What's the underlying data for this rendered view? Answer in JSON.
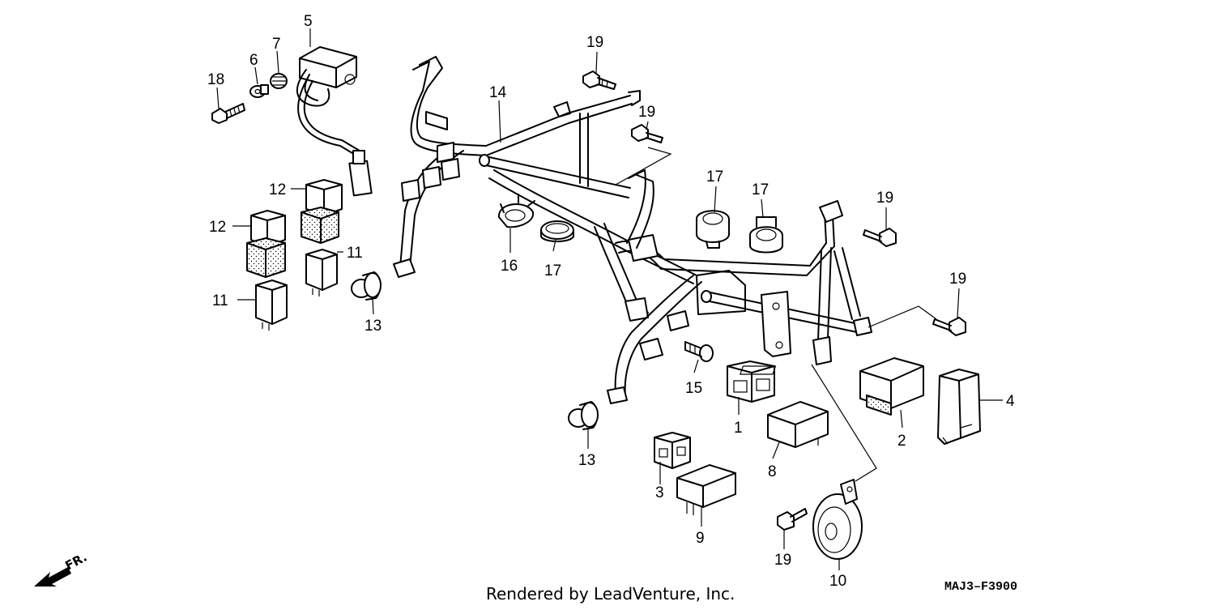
{
  "diagram": {
    "callouts": [
      {
        "id": "c5",
        "label": "5"
      },
      {
        "id": "c6",
        "label": "6"
      },
      {
        "id": "c7",
        "label": "7"
      },
      {
        "id": "c18",
        "label": "18"
      },
      {
        "id": "c12a",
        "label": "12"
      },
      {
        "id": "c12b",
        "label": "12"
      },
      {
        "id": "c11a",
        "label": "11"
      },
      {
        "id": "c11b",
        "label": "11"
      },
      {
        "id": "c13a",
        "label": "13"
      },
      {
        "id": "c14",
        "label": "14"
      },
      {
        "id": "c19a",
        "label": "19"
      },
      {
        "id": "c19b",
        "label": "19"
      },
      {
        "id": "c19c",
        "label": "19"
      },
      {
        "id": "c19d",
        "label": "19"
      },
      {
        "id": "c19e",
        "label": "19"
      },
      {
        "id": "c17a",
        "label": "17"
      },
      {
        "id": "c17b",
        "label": "17"
      },
      {
        "id": "c17c",
        "label": "17"
      },
      {
        "id": "c16",
        "label": "16"
      },
      {
        "id": "c15",
        "label": "15"
      },
      {
        "id": "c1",
        "label": "1"
      },
      {
        "id": "c2",
        "label": "2"
      },
      {
        "id": "c4",
        "label": "4"
      },
      {
        "id": "c8",
        "label": "8"
      },
      {
        "id": "c3",
        "label": "3"
      },
      {
        "id": "c9",
        "label": "9"
      },
      {
        "id": "c13b",
        "label": "13"
      },
      {
        "id": "c10",
        "label": "10"
      }
    ],
    "front_indicator": "FR.",
    "diagram_code": "MAJ3–F3900",
    "credit": "Rendered by LeadVenture, Inc."
  }
}
